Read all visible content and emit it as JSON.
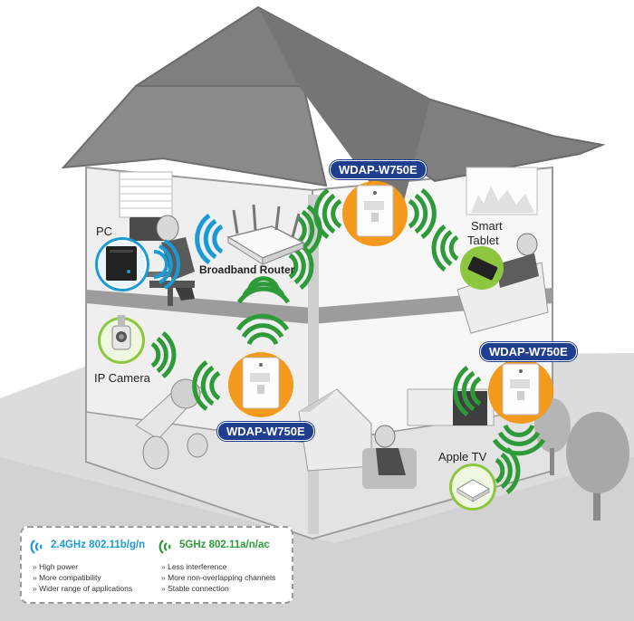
{
  "device_labels": {
    "pc": "PC",
    "router": "Broadband Router",
    "smart_tablet_line1": "Smart",
    "smart_tablet_line2": "Tablet",
    "ip_camera": "IP Camera",
    "apple_tv": "Apple TV"
  },
  "access_points": {
    "ap1": "WDAP-W750E",
    "ap2": "WDAP-W750E",
    "ap3": "WDAP-W750E"
  },
  "legend": {
    "band_24": {
      "title": "2.4GHz 802.11b/g/n",
      "color": "#1b9ad6",
      "items": [
        "High power",
        "More compatibility",
        "Wider range of applications"
      ]
    },
    "band_5": {
      "title": "5GHz 802.11a/n/ac",
      "color": "#2f9a3a",
      "items": [
        "Less interference",
        "More non-overlapping channels",
        "Stable connection"
      ]
    }
  },
  "colors": {
    "badge": "#1f3e8f",
    "ap_circle": "#f39a1c",
    "device_circle": "#8dc63f",
    "house_roof": "#808080",
    "floor": "#d9d9d9"
  }
}
